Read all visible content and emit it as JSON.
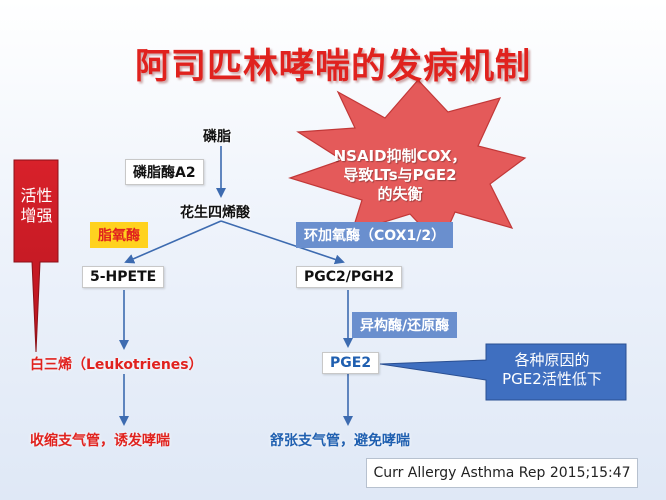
{
  "title": "阿司匹林哮喘的发病机制",
  "nodes": {
    "phospholipid": "磷脂",
    "pla2": "磷脂酶A2",
    "arachidonic": "花生四烯酸",
    "lipoxygenase": "脂氧酶",
    "cyclooxygenase": "环加氧酶（COX1/2）",
    "hpete": "5-HPETE",
    "pgc2": "PGC2/PGH2",
    "isomerase": "异构酶/还原酶",
    "leukotrienes": "白三烯（Leukotrienes）",
    "pge2": "PGE2",
    "contract": "收缩支气管，诱发哮喘",
    "relax": "舒张支气管，避免哮喘"
  },
  "side_label": [
    "活性",
    "增强"
  ],
  "burst_text": [
    "NSAID抑制COX，",
    "导致LTs与PGE2",
    "的失衡"
  ],
  "callout_text": [
    "各种原因的",
    "PGE2活性低下"
  ],
  "citation": "Curr Allergy Asthma Rep 2015;15:47",
  "colors": {
    "title": "#e0221e",
    "arrow": "#3d6bb0",
    "burst": "#e45a5a",
    "callout": "#3f6fc0"
  }
}
